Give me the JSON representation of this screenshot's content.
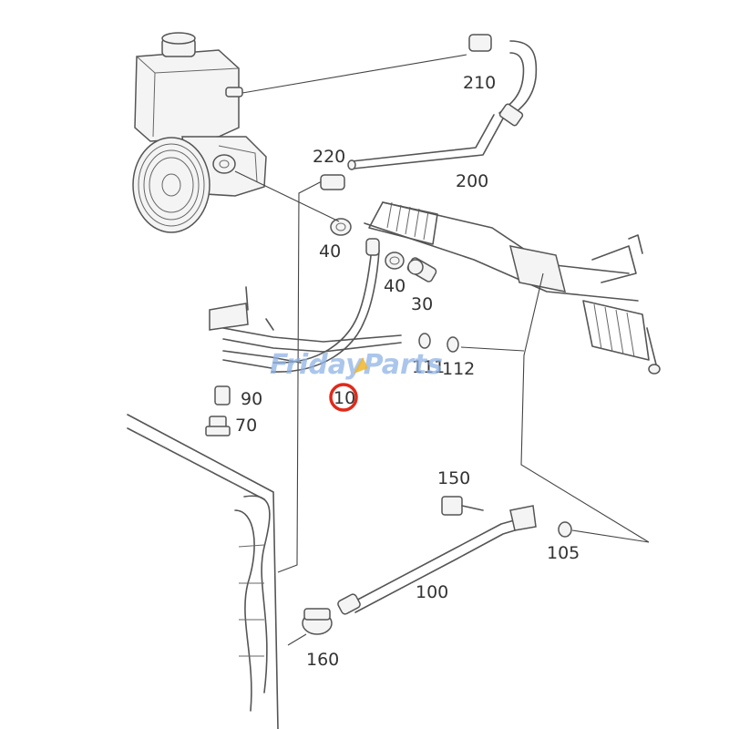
{
  "diagram": {
    "callouts": [
      {
        "id": "210",
        "text": "210"
      },
      {
        "id": "220",
        "text": "220"
      },
      {
        "id": "200",
        "text": "200"
      },
      {
        "id": "40a",
        "text": "40"
      },
      {
        "id": "40b",
        "text": "40"
      },
      {
        "id": "30",
        "text": "30"
      },
      {
        "id": "111",
        "text": "111"
      },
      {
        "id": "112",
        "text": "112"
      },
      {
        "id": "10",
        "text": "10"
      },
      {
        "id": "90",
        "text": "90"
      },
      {
        "id": "70",
        "text": "70"
      },
      {
        "id": "150",
        "text": "150"
      },
      {
        "id": "105",
        "text": "105"
      },
      {
        "id": "100",
        "text": "100"
      },
      {
        "id": "160",
        "text": "160"
      }
    ],
    "highlighted_part": "10",
    "highlight_color": "#e02a1a"
  },
  "watermark": {
    "part1": "Friday",
    "part2": "Parts",
    "color": "#8fb3e6",
    "accent_color": "#f0b62c"
  }
}
